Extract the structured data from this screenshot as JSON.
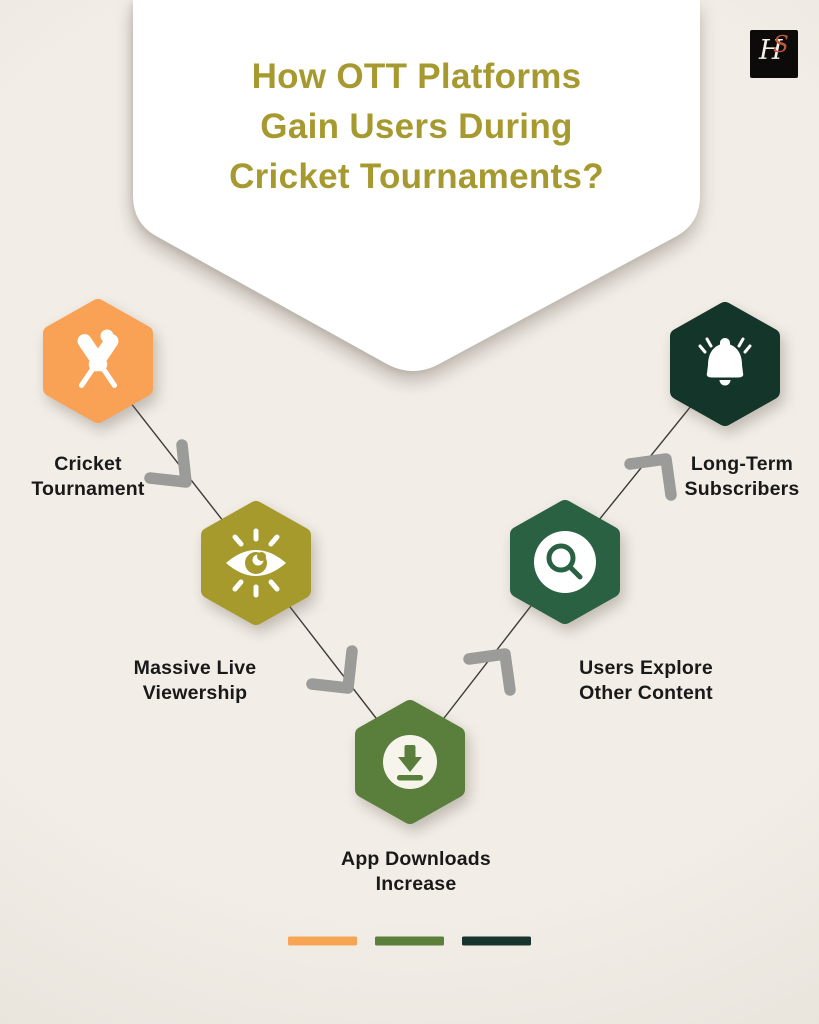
{
  "page": {
    "background_color": "#F1EDE7",
    "vignette_color": "#E2DDD4"
  },
  "header": {
    "ribbon_color": "#FFFFFF",
    "title_color": "#A6992F",
    "title_lines": [
      "How OTT Platforms",
      "Gain Users During",
      "Cricket Tournaments?"
    ],
    "logo": {
      "bg_color": "#0D0B09",
      "monogram_primary": "H",
      "monogram_secondary": "S",
      "secondary_color": "#C2593B"
    }
  },
  "flow": {
    "connector_color": "#3B3B3B",
    "arrow_color": "#9B9B99",
    "label_color": "#191919",
    "steps": [
      {
        "id": "cricket-tournament",
        "icon": "cricket-bats-icon",
        "color": "#F9A256",
        "icon_color": "#FFFFFF",
        "label_lines": [
          "Cricket",
          "Tournament"
        ]
      },
      {
        "id": "massive-live-viewership",
        "icon": "eye-icon",
        "color": "#A69A2D",
        "icon_color": "#FFFFFF",
        "label_lines": [
          "Massive Live",
          "Viewership"
        ]
      },
      {
        "id": "app-downloads-increase",
        "icon": "download-icon",
        "color": "#5A7E3B",
        "icon_color": "#F7F4EC",
        "label_lines": [
          "App Downloads",
          "Increase"
        ]
      },
      {
        "id": "users-explore-other-content",
        "icon": "search-icon",
        "color": "#2A6143",
        "icon_color": "#FFFFFF",
        "label_lines": [
          "Users Explore",
          "Other Content"
        ]
      },
      {
        "id": "long-term-subscribers",
        "icon": "bell-icon",
        "color": "#14352A",
        "icon_color": "#FFFFFF",
        "label_lines": [
          "Long-Term",
          "Subscribers"
        ]
      }
    ]
  },
  "legend": {
    "colors": [
      "#F7A454",
      "#5C7F3B",
      "#17352C"
    ]
  }
}
